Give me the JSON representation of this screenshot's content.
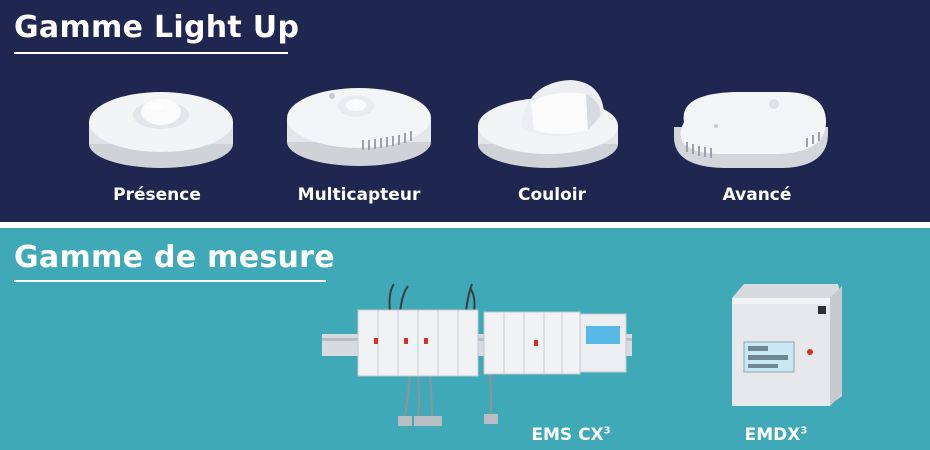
{
  "colors": {
    "navy": "#1f2650",
    "teal": "#40a9b7",
    "white": "#ffffff"
  },
  "light_up": {
    "title": "Gamme Light Up",
    "products": [
      {
        "label": "Présence",
        "icon": "round-flat-detector-icon"
      },
      {
        "label": "Multicapteur",
        "icon": "multisensor-detector-icon"
      },
      {
        "label": "Couloir",
        "icon": "corridor-detector-icon"
      },
      {
        "label": "Avancé",
        "icon": "oval-advanced-sensor-icon"
      }
    ]
  },
  "mesure": {
    "title": "Gamme de mesure",
    "products": [
      {
        "label": "EMS CX",
        "sup": "3",
        "icon": "din-rail-modules-icon"
      },
      {
        "label": "EMDX",
        "sup": "3",
        "icon": "energy-meter-icon"
      }
    ]
  }
}
